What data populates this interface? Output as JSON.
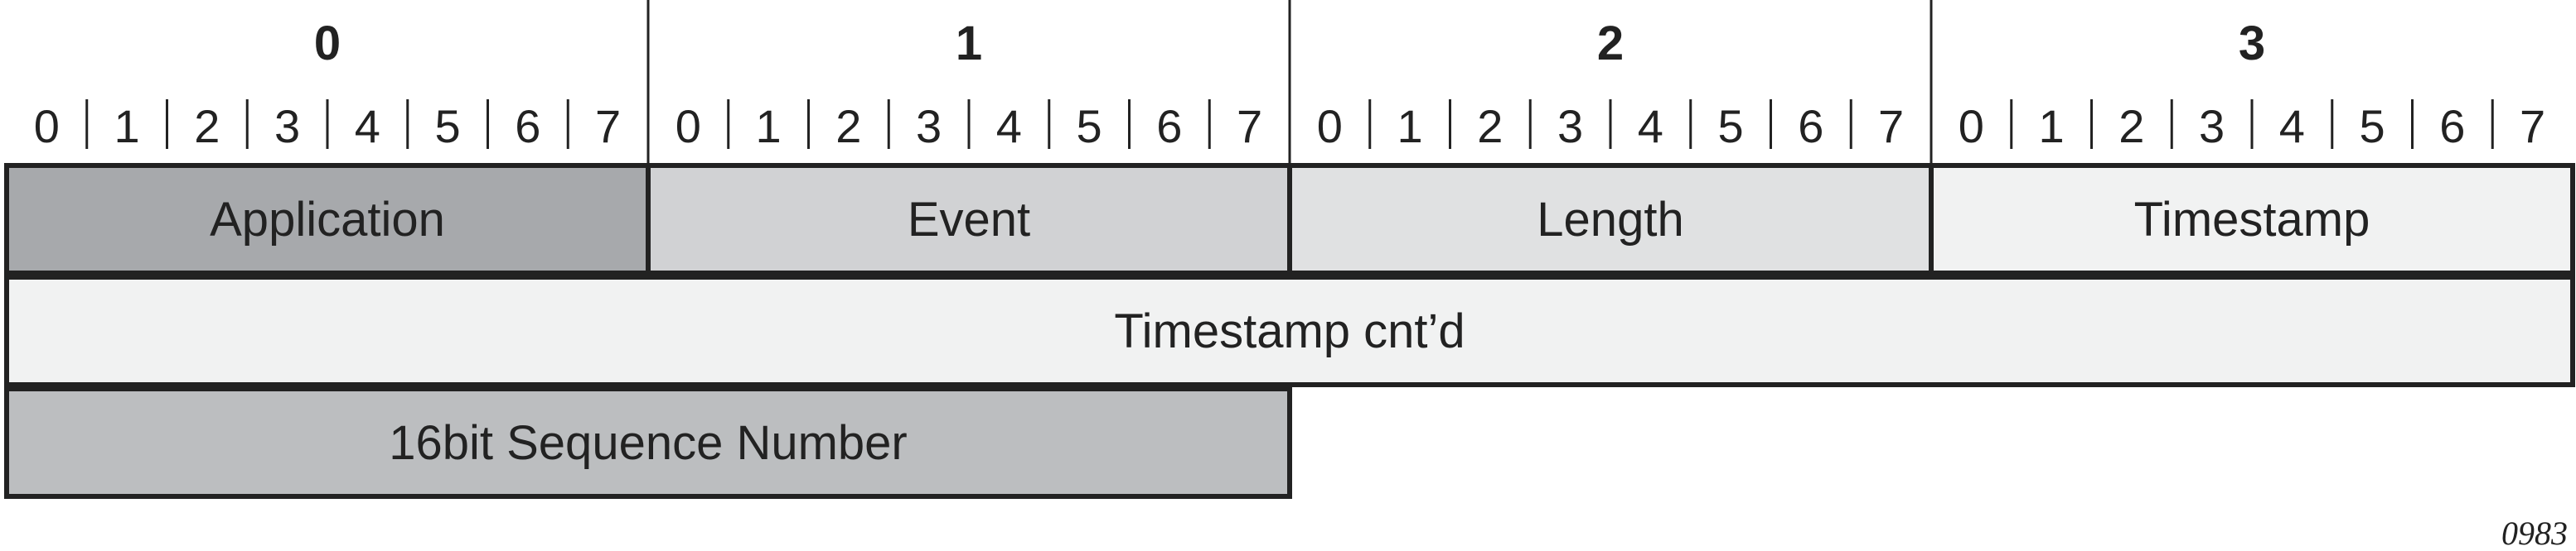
{
  "bytes": [
    "0",
    "1",
    "2",
    "3"
  ],
  "bits": [
    "0",
    "1",
    "2",
    "3",
    "4",
    "5",
    "6",
    "7"
  ],
  "rows": [
    [
      {
        "label": "Application",
        "span": 1,
        "color": "#a7a9ac"
      },
      {
        "label": "Event",
        "span": 1,
        "color": "#d1d2d4"
      },
      {
        "label": "Length",
        "span": 1,
        "color": "#e0e1e2"
      },
      {
        "label": "Timestamp",
        "span": 1,
        "color": "#f1f2f2"
      }
    ],
    [
      {
        "label": "Timestamp cnt’d",
        "span": 4,
        "color": "#f1f2f2"
      }
    ],
    [
      {
        "label": "16bit Sequence Number",
        "span": 2,
        "color": "#bcbec0"
      }
    ]
  ],
  "figure_id": "0983"
}
